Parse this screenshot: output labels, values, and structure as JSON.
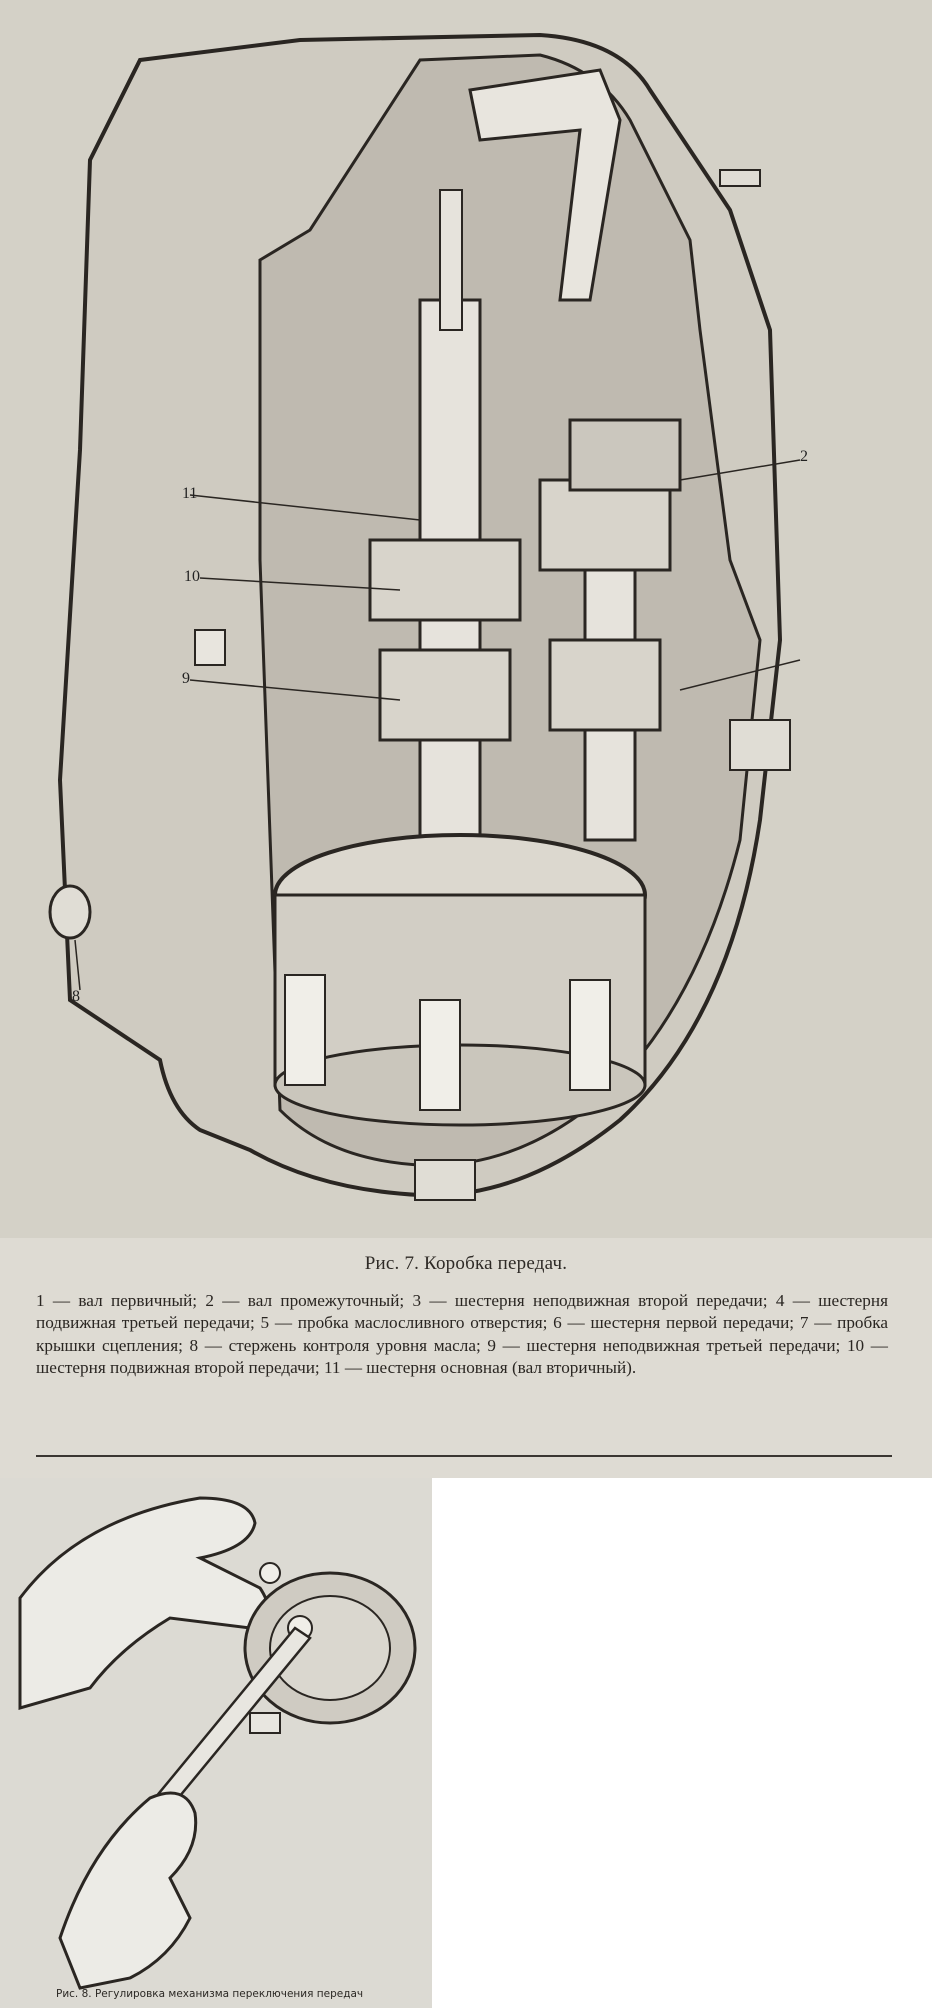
{
  "figure7": {
    "title": "Рис. 7. Коробка передач.",
    "legend": "1 — вал первичный; 2 — вал промежуточный; 3 — шестерня неподвижная второй передачи; 4 — шестерня подвижная третьей передачи; 5 — пробка маслосливного отверстия; 6 — шестерня первой передачи; 7 — пробка крышки сцепления; 8 — стержень контроля уровня масла; 9 — шестерня неподвижная третьей передачи; 10 — шестерня подвижная второй передачи; 11 — шестерня основная (вал вторичный).",
    "callouts": [
      "2",
      "11",
      "10",
      "9",
      "8"
    ]
  },
  "figure8": {
    "caption": "Рис. 8. Регулировка механизма переключения передач"
  }
}
